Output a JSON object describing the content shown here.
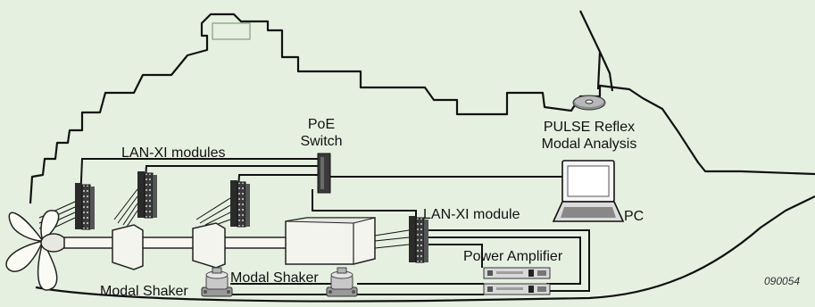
{
  "diagram": {
    "background": "#e6f0e1",
    "hull_color": "#111111",
    "cable_color": "#111111",
    "module_color": "#333333",
    "labels": {
      "lanxi_modules": "LAN-XI modules",
      "poe_switch_line1": "PoE",
      "poe_switch_line2": "Switch",
      "pulse_line1": "PULSE Reflex",
      "pulse_line2": "Modal Analysis",
      "pc": "PC",
      "lanxi_module": "LAN-XI module",
      "power_amplifier": "Power Amplifier",
      "modal_shaker_1": "Modal Shaker",
      "modal_shaker_2": "Modal Shaker",
      "figure_code": "090054"
    },
    "icons": [
      "propeller-icon",
      "laptop-icon",
      "cd-disc-icon",
      "lanxi-module-icon",
      "poe-switch-icon",
      "power-amplifier-icon",
      "modal-shaker-icon"
    ]
  }
}
